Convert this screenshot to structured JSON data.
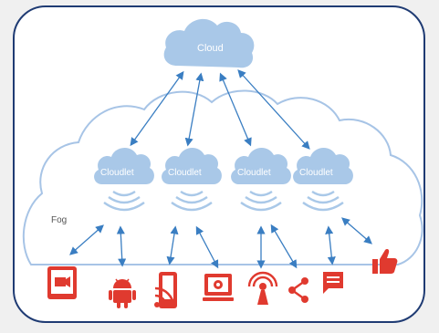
{
  "diagram": {
    "cloud_label": "Cloud",
    "fog_label": "Fog",
    "cloudlets": [
      {
        "label": "Cloudlet"
      },
      {
        "label": "Cloudlet"
      },
      {
        "label": "Cloudlet"
      },
      {
        "label": "Cloudlet"
      }
    ],
    "devices": [
      {
        "icon": "tablet-video-icon"
      },
      {
        "icon": "android-icon"
      },
      {
        "icon": "phone-wireless-icon"
      },
      {
        "icon": "laptop-camera-icon"
      },
      {
        "icon": "antenna-icon"
      },
      {
        "icon": "share-icon"
      },
      {
        "icon": "chat-bubble-icon"
      },
      {
        "icon": "thumbs-up-icon"
      }
    ],
    "colors": {
      "cloud_fill": "#a9c8e8",
      "fog_outline": "#a7c4e6",
      "arrow": "#3a7ec2",
      "device_icon": "#e03a2f",
      "frame_border": "#1f3b73"
    }
  }
}
